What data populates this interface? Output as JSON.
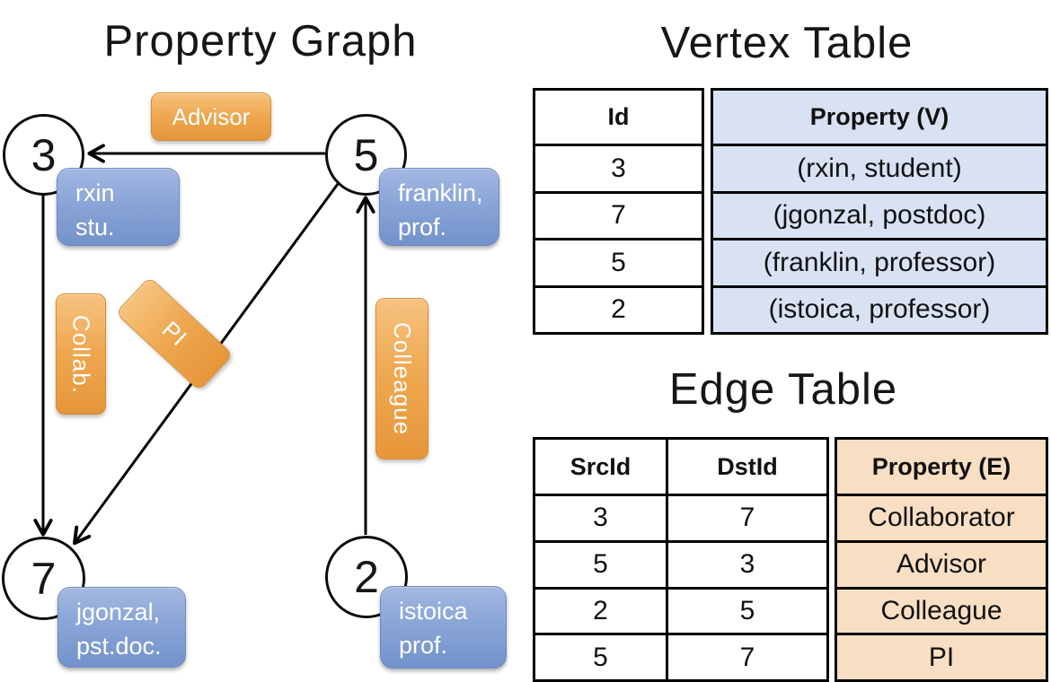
{
  "graph": {
    "title": "Property Graph",
    "vertices": [
      {
        "id": "3",
        "label_lines": [
          "rxin",
          "stu."
        ]
      },
      {
        "id": "5",
        "label_lines": [
          "franklin,",
          "prof."
        ]
      },
      {
        "id": "7",
        "label_lines": [
          "jgonzal,",
          "pst.doc."
        ]
      },
      {
        "id": "2",
        "label_lines": [
          "istoica",
          "prof."
        ]
      }
    ],
    "edge_labels": {
      "advisor": "Advisor",
      "collab": "Collab.",
      "pi": "PI",
      "colleague": "Colleague"
    }
  },
  "vertex_table": {
    "title": "Vertex Table",
    "columns": {
      "id": "Id",
      "property": "Property (V)"
    },
    "rows": [
      {
        "id": "3",
        "property": "(rxin, student)"
      },
      {
        "id": "7",
        "property": "(jgonzal, postdoc)"
      },
      {
        "id": "5",
        "property": "(franklin, professor)"
      },
      {
        "id": "2",
        "property": "(istoica, professor)"
      }
    ]
  },
  "edge_table": {
    "title": "Edge Table",
    "columns": {
      "src": "SrcId",
      "dst": "DstId",
      "property": "Property (E)"
    },
    "rows": [
      {
        "src": "3",
        "dst": "7",
        "property": "Collaborator"
      },
      {
        "src": "5",
        "dst": "3",
        "property": "Advisor"
      },
      {
        "src": "2",
        "dst": "5",
        "property": "Colleague"
      },
      {
        "src": "5",
        "dst": "7",
        "property": "PI"
      }
    ]
  },
  "colors": {
    "edge_label_fill": "#efa952",
    "vertex_label_fill": "#8aa5d7",
    "vertex_property_cell": "#d9e2f3",
    "edge_property_cell": "#f8dfc3",
    "line": "#000000"
  }
}
